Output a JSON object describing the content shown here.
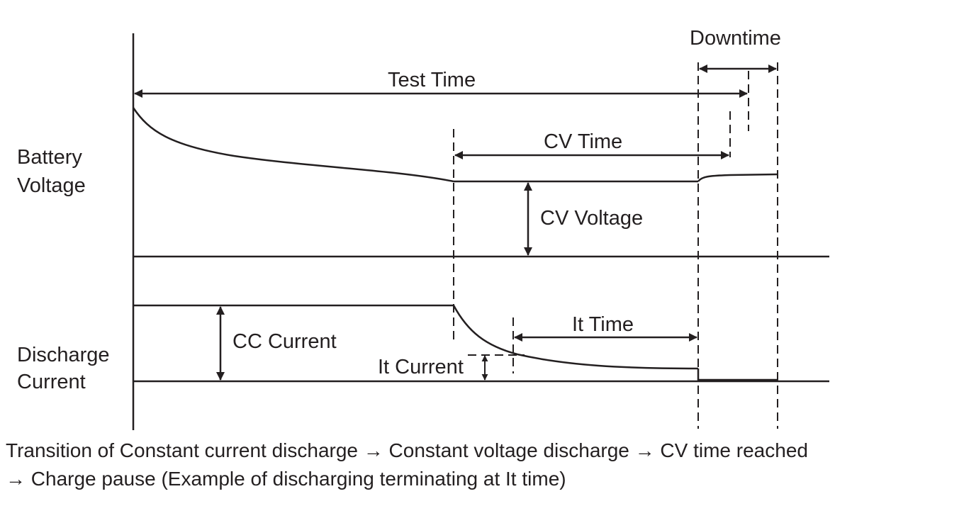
{
  "labels": {
    "downtime": "Downtime",
    "test_time": "Test Time",
    "cv_time": "CV Time",
    "battery_voltage_1": "Battery",
    "battery_voltage_2": "Voltage",
    "cv_voltage": "CV Voltage",
    "it_time": "It Time",
    "cc_current": "CC Current",
    "it_current": "It Current",
    "discharge_current_1": "Discharge",
    "discharge_current_2": "Current"
  },
  "caption": {
    "line1": "Transition of Constant current discharge → Constant voltage discharge → CV time reached",
    "line2": "→ Charge pause (Example of discharging terminating at It time)"
  },
  "colors": {
    "ink": "#231f20",
    "background": "#ffffff"
  }
}
